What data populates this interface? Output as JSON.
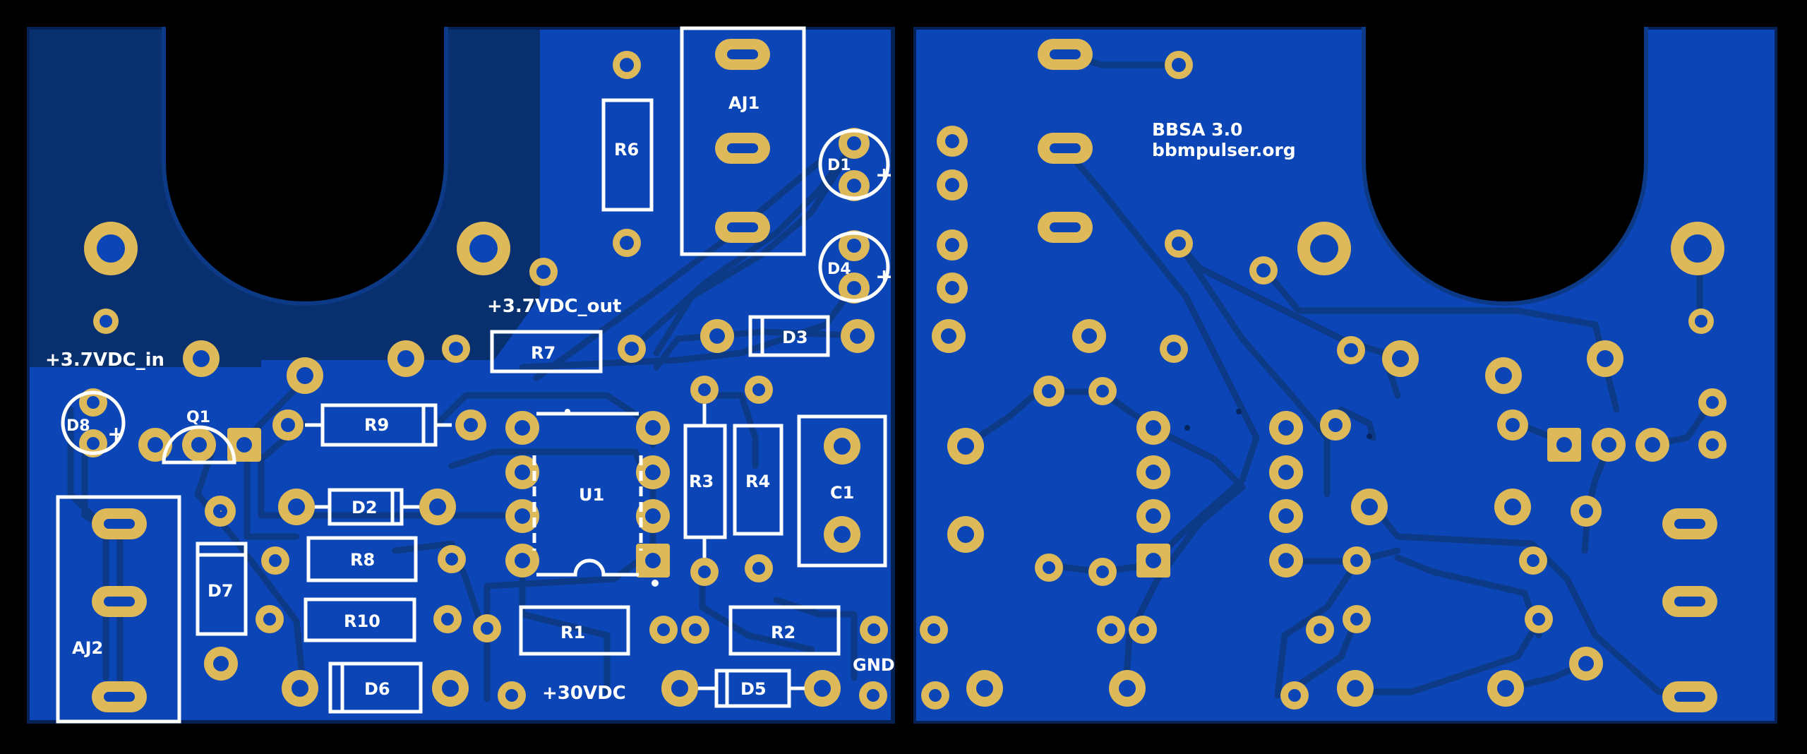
{
  "colors": {
    "background": "#000000",
    "copper_fill": "#0c46b6",
    "copper_dark": "#08306f",
    "board_edge": "#062255",
    "pad": "#ddb95a",
    "silkscreen": "#ffffff"
  },
  "front": {
    "labels": {
      "AJ1": "AJ1",
      "AJ2": "AJ2",
      "R1": "R1",
      "R2": "R2",
      "R3": "R3",
      "R4": "R4",
      "R6": "R6",
      "R7": "R7",
      "R8": "R8",
      "R9": "R9",
      "R10": "R10",
      "D1": "D1",
      "D2": "D2",
      "D3": "D3",
      "D4": "D4",
      "D5": "D5",
      "D6": "D6",
      "D7": "D7",
      "D8": "D8",
      "Q1": "Q1",
      "U1": "U1",
      "C1": "C1"
    },
    "net_labels": {
      "vin": "+3.7VDC_in",
      "vout": "+3.7VDC_out",
      "v30": "+30VDC",
      "gnd": "GND"
    }
  },
  "back": {
    "title": "BBSA 3.0",
    "website": "bbmpulser.org"
  }
}
